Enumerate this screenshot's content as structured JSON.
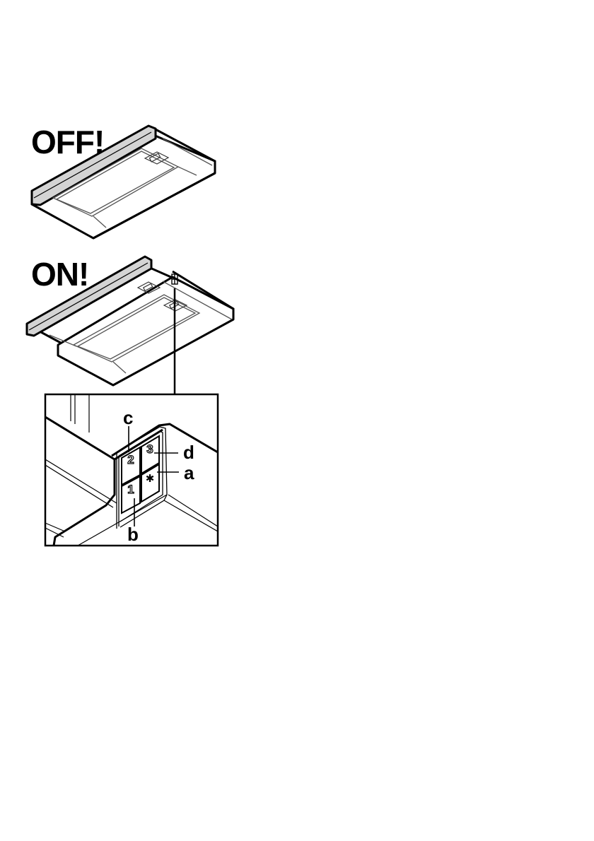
{
  "figure": {
    "type": "appliance-operation-diagram",
    "subject": "telescopic extractor hood",
    "panels": [
      {
        "id": "off",
        "label": "OFF!",
        "description": "hood with front slide pushed in (closed)"
      },
      {
        "id": "on",
        "label": "ON!",
        "description": "hood with front slide pulled out (open)"
      },
      {
        "id": "detail",
        "label": "",
        "description": "zoomed inset of the control panel on the side of the pulled-out slide"
      }
    ]
  },
  "labels": {
    "off": "OFF!",
    "on": "ON!"
  },
  "control_panel": {
    "buttons": [
      {
        "position": "top-left",
        "glyph": "2",
        "icon": "fan-speed-2-icon"
      },
      {
        "position": "top-right",
        "glyph": "3",
        "icon": "fan-speed-3-icon"
      },
      {
        "position": "bottom-left",
        "glyph": "1",
        "icon": "fan-speed-1-icon"
      },
      {
        "position": "bottom-right",
        "glyph": "✱",
        "icon": "light-icon"
      }
    ],
    "callouts": {
      "a": "a",
      "b": "b",
      "c": "c",
      "d": "d"
    }
  },
  "colors": {
    "line": "#000000",
    "thin_line": "#555555",
    "front_strip": "#d4d4d4",
    "background": "#ffffff"
  }
}
